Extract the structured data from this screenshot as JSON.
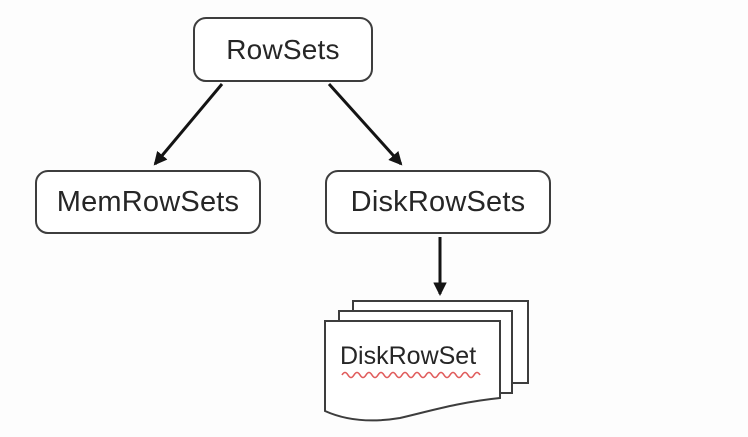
{
  "diagram": {
    "type": "tree",
    "nodes": {
      "rowsets": {
        "label": "RowSets"
      },
      "memrowsets": {
        "label": "MemRowSets"
      },
      "diskrowsets": {
        "label": "DiskRowSets"
      },
      "diskrowset": {
        "label": "DiskRowSet"
      }
    },
    "edges": [
      {
        "from": "RowSets",
        "to": "MemRowSets",
        "style": "arrow"
      },
      {
        "from": "RowSets",
        "to": "DiskRowSets",
        "style": "arrow"
      },
      {
        "from": "DiskRowSets",
        "to": "DiskRowSet",
        "style": "arrow"
      }
    ],
    "document_stack": {
      "label": "DiskRowSet",
      "pages_visible": 3,
      "red_squiggle_underline": true
    },
    "colors": {
      "background": "#fdfdfd",
      "node_border": "#3d3d3d",
      "node_fill": "#ffffff",
      "text": "#262626",
      "arrow": "#141414",
      "squiggle": "#e05c5c"
    }
  }
}
